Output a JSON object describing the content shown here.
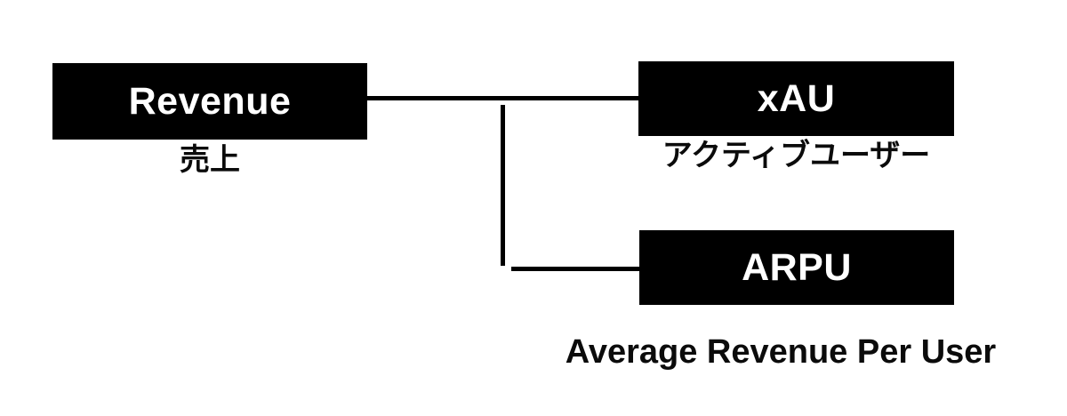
{
  "colors": {
    "background": "#ffffff",
    "box_fill": "#000000",
    "box_text": "#ffffff",
    "caption_text": "#0b0b0b",
    "connector": "#000000"
  },
  "diagram": {
    "type": "kpi-tree",
    "nodes": {
      "revenue": {
        "label": "Revenue",
        "caption": "売上"
      },
      "xau": {
        "label": "xAU",
        "caption": "アクティブユーザー"
      },
      "arpu": {
        "label": "ARPU",
        "caption": "Average Revenue Per User"
      }
    },
    "edges": [
      {
        "from": "revenue",
        "to": "xau"
      },
      {
        "from": "revenue",
        "to": "arpu"
      }
    ]
  }
}
